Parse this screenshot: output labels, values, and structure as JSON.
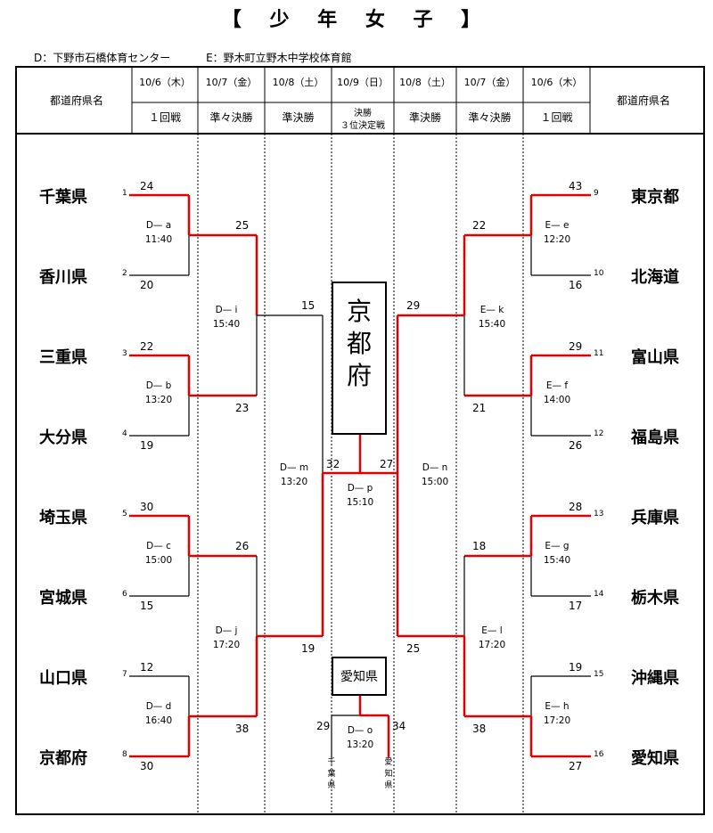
{
  "title": "【 少 年 女 子 】",
  "venues": [
    "D：下野市石橋体育センター",
    "E：野木町立野木中学校体育館"
  ],
  "header": {
    "pref_col": "都道府県名",
    "dates": [
      "10/6（木）",
      "10/7（金）",
      "10/8（土）",
      "10/9（日）",
      "10/8（土）",
      "10/7（金）",
      "10/6（木）"
    ],
    "rounds": [
      "１回戦",
      "準々決勝",
      "準決勝",
      "決勝",
      "準決勝",
      "準々決勝",
      "１回戦"
    ],
    "final_sub": "３位決定戦"
  },
  "teams_left": [
    {
      "seed": "1",
      "name": "千葉県",
      "score": "24"
    },
    {
      "seed": "2",
      "name": "香川県",
      "score": "20"
    },
    {
      "seed": "3",
      "name": "三重県",
      "score": "22"
    },
    {
      "seed": "4",
      "name": "大分県",
      "score": "19"
    },
    {
      "seed": "5",
      "name": "埼玉県",
      "score": "30"
    },
    {
      "seed": "6",
      "name": "宮城県",
      "score": "15"
    },
    {
      "seed": "7",
      "name": "山口県",
      "score": "12"
    },
    {
      "seed": "8",
      "name": "京都府",
      "score": "30"
    }
  ],
  "teams_right": [
    {
      "seed": "9",
      "name": "東京都",
      "score": "43"
    },
    {
      "seed": "10",
      "name": "北海道",
      "score": "16"
    },
    {
      "seed": "11",
      "name": "富山県",
      "score": "29"
    },
    {
      "seed": "12",
      "name": "福島県",
      "score": "26"
    },
    {
      "seed": "13",
      "name": "兵庫県",
      "score": "28"
    },
    {
      "seed": "14",
      "name": "栃木県",
      "score": "17"
    },
    {
      "seed": "15",
      "name": "沖縄県",
      "score": "19"
    },
    {
      "seed": "16",
      "name": "愛知県",
      "score": "27"
    }
  ],
  "qf_scores_left": [
    "25",
    "23",
    "26",
    "38"
  ],
  "qf_scores_right": [
    "22",
    "21",
    "18",
    "38"
  ],
  "sf_scores_left": [
    "15",
    "19"
  ],
  "sf_scores_right": [
    "29",
    "25"
  ],
  "final_scores": [
    "32",
    "27"
  ],
  "third_scores": [
    "29",
    "34"
  ],
  "matches": {
    "a": "D— a\n11:40",
    "b": "D— b\n13:20",
    "c": "D— c\n15:00",
    "d": "D— d\n16:40",
    "e": "E— e\n12:20",
    "f": "E— f\n14:00",
    "g": "E— g\n15:40",
    "h": "E— h\n17:20",
    "i": "D— i\n15:40",
    "j": "D— j\n17:20",
    "k": "E— k\n15:40",
    "l": "E— l\n17:20",
    "m": "D— m\n13:20",
    "n": "D— n\n15:00",
    "p": "D— p\n15:10",
    "o": "D— o\n13:20"
  },
  "champion": "京都府",
  "third_place": "愛知県",
  "third_participants": [
    "千葉県",
    "愛知県"
  ],
  "colors": {
    "win": "#e00000",
    "line": "#000000"
  }
}
